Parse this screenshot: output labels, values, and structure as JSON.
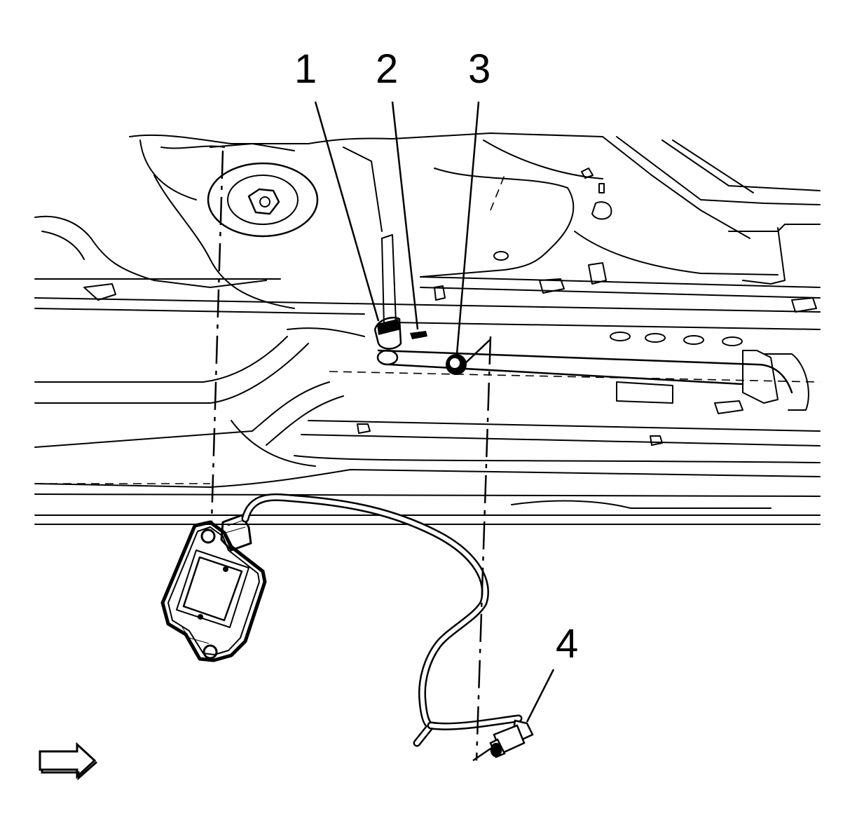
{
  "callouts": [
    {
      "id": "1",
      "label": "1"
    },
    {
      "id": "2",
      "label": "2"
    },
    {
      "id": "3",
      "label": "3"
    },
    {
      "id": "4",
      "label": "4"
    }
  ],
  "icons": {
    "direction_arrow": "front-direction-arrow-icon"
  },
  "colors": {
    "line": "#000000",
    "background": "#ffffff"
  }
}
